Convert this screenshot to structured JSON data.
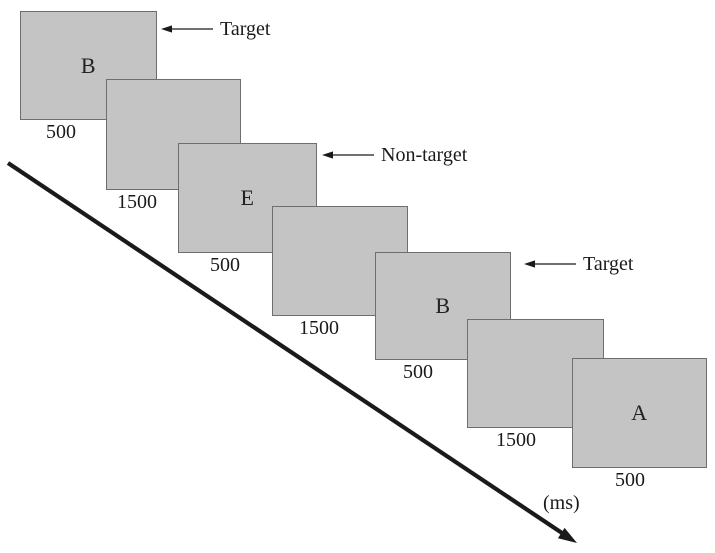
{
  "colors": {
    "card_fill": "#c4c4c4",
    "card_border": "#6e6e6e",
    "ink": "#1a1a1a"
  },
  "sequence": [
    {
      "letter": "B",
      "duration": "500"
    },
    {
      "letter": "",
      "duration": "1500"
    },
    {
      "letter": "E",
      "duration": "500"
    },
    {
      "letter": "",
      "duration": "1500"
    },
    {
      "letter": "B",
      "duration": "500"
    },
    {
      "letter": "",
      "duration": "1500"
    },
    {
      "letter": "A",
      "duration": "500"
    }
  ],
  "annotations": [
    {
      "label": "Target"
    },
    {
      "label": "Non-target"
    },
    {
      "label": "Target"
    }
  ],
  "time_axis": {
    "unit_label": "(ms)"
  }
}
